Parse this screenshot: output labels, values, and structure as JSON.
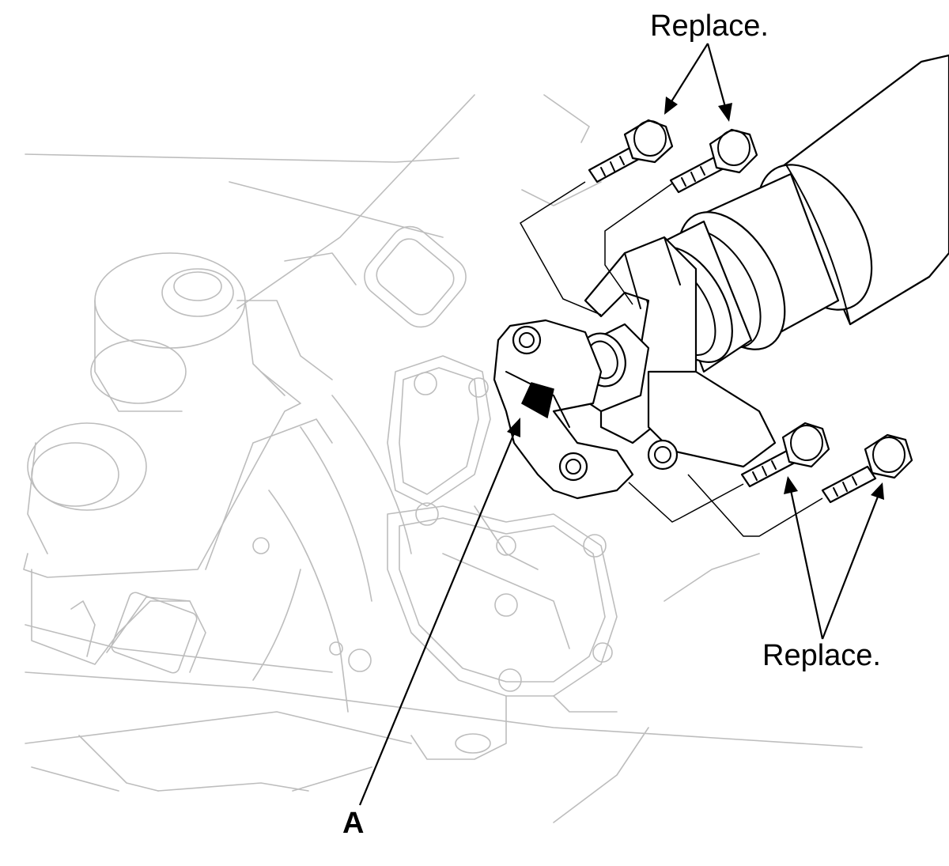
{
  "callouts": {
    "replace_upper": "Replace.",
    "replace_lower": "Replace.",
    "part_a": "A"
  },
  "colors": {
    "ink": "#000000",
    "background_linework": "#bdbdbd",
    "paper": "#ffffff"
  }
}
